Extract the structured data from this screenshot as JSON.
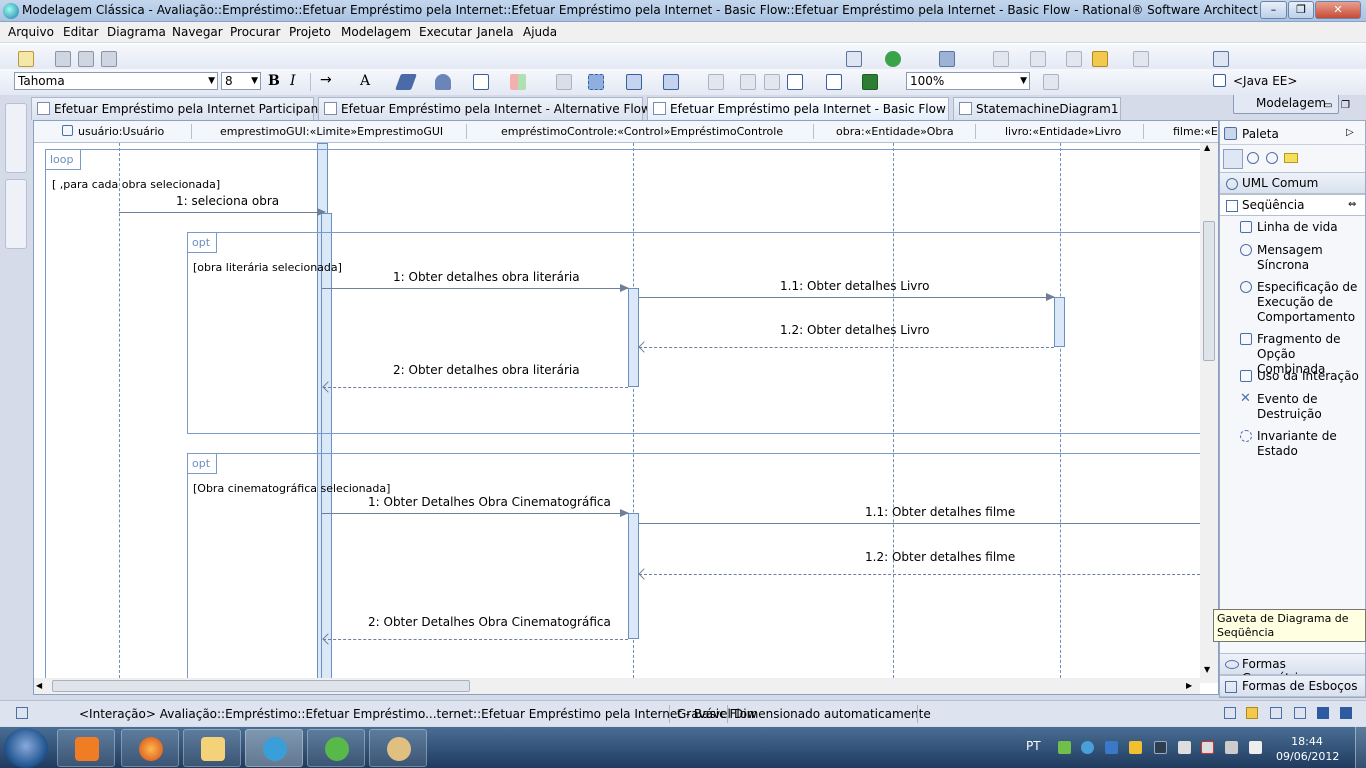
{
  "window": {
    "title": "Modelagem Clássica - Avaliação::Empréstimo::Efetuar Empréstimo pela Internet::Efetuar Empréstimo pela Internet - Basic Flow::Efetuar Empréstimo pela Internet - Basic Flow - Rational® Software Architect",
    "min": "–",
    "max": "❐",
    "close": "✕"
  },
  "menu": [
    "Arquivo",
    "Editar",
    "Diagrama",
    "Navegar",
    "Procurar",
    "Projeto",
    "Modelagem",
    "Executar",
    "Janela",
    "Ajuda"
  ],
  "toolbar": {
    "font_family": "Tahoma",
    "font_size": "8",
    "bold": "B",
    "italic": "I",
    "font_color": "A",
    "zoom": "100%",
    "perspective_active": "Modelagem ...",
    "perspective_other": "<Java EE>"
  },
  "tabs": [
    {
      "label": "Efetuar Empréstimo pela Internet Participants"
    },
    {
      "label": "Efetuar Empréstimo pela Internet - Alternative Flow n"
    },
    {
      "label": "Efetuar Empréstimo pela Internet - Basic Flow",
      "close": "✕"
    },
    {
      "label": "StatemachineDiagram1"
    }
  ],
  "lifelines": [
    "usuário:Usuário",
    "emprestimoGUI:«Limite»EmprestimoGUI",
    "empréstimoControle:«Control»EmpréstimoControle",
    "obra:«Entidade»Obra",
    "livro:«Entidade»Livro",
    "filme:«En"
  ],
  "diagram": {
    "loop_tag": "loop",
    "loop_guard": "[ ,para cada obra selecionada]",
    "opt1_tag": "opt",
    "opt1_guard": "[obra literária selecionada]",
    "opt2_tag": "opt",
    "opt2_guard": "[Obra cinematográfica selecionada]",
    "messages": [
      "1: seleciona obra",
      "1: Obter detalhes obra literária",
      "1.1: Obter detalhes Livro",
      "1.2: Obter detalhes Livro",
      "2: Obter detalhes obra literária",
      "1: Obter Detalhes Obra Cinematográfica",
      "1.1: Obter detalhes filme",
      "1.2: Obter detalhes filme",
      "2: Obter Detalhes Obra Cinematográfica"
    ]
  },
  "palette": {
    "title": "Paleta",
    "drawer_common": "UML Comum",
    "drawer_sequence": "Seqüência",
    "items": [
      "Linha de vida",
      "Mensagem\nSíncrona",
      "Especificação de\nExecução de\nComportamento",
      "Fragmento de\nOpção Combinada",
      "Uso da Interação",
      "Evento de\nDestruição",
      "Invariante de\nEstado"
    ],
    "tooltip": "Gaveta de Diagrama de Seqüência",
    "drawer_shapes": "Formas Geométricas",
    "drawer_sketch": "Formas de Esboços"
  },
  "status": {
    "element": "<Interação> Avaliação::Empréstimo::Efetuar Empréstimo...ternet::Efetuar Empréstimo pela Internet - Basic Flow",
    "writable": "Gravável",
    "sizing": "Dimensionado automaticamente"
  },
  "taskbar": {
    "lang": "PT",
    "time": "18:44",
    "date": "09/06/2012"
  },
  "colors": {
    "accent": "#6b8fbf",
    "titlebar": "#b7cde8"
  }
}
